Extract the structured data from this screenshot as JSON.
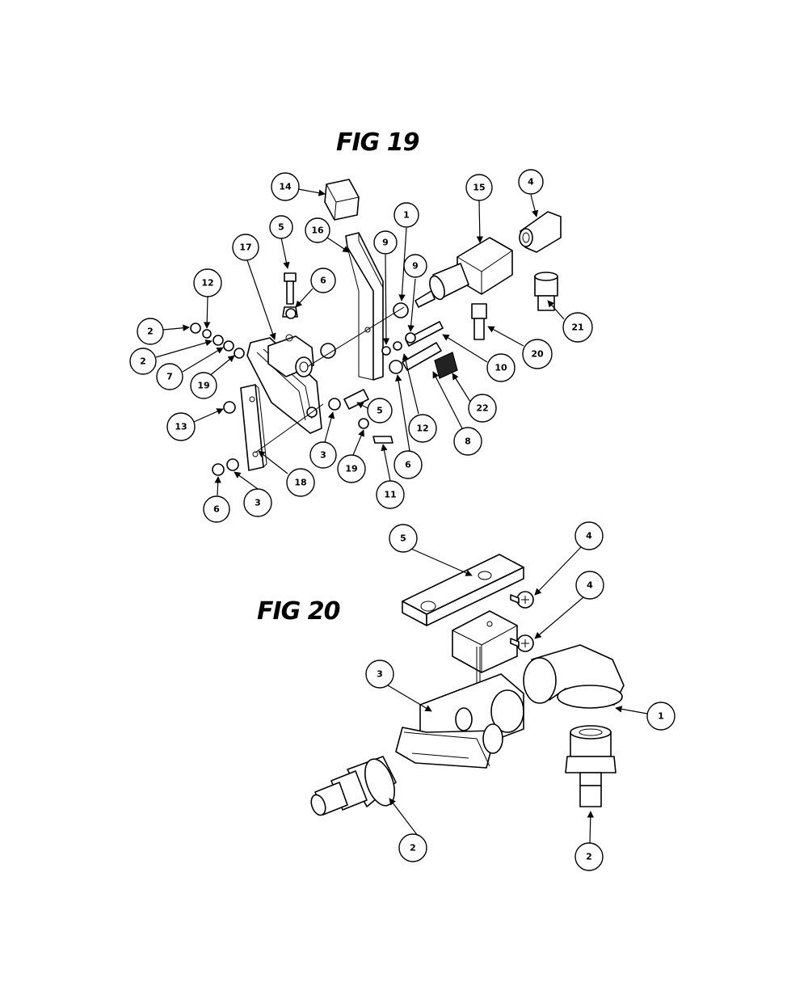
{
  "figures": [
    {
      "id": "fig19",
      "title": "FIG 19",
      "callouts": [
        "14",
        "5",
        "16",
        "17",
        "1",
        "15",
        "4",
        "9",
        "9",
        "6",
        "12",
        "2",
        "2",
        "7",
        "19",
        "21",
        "20",
        "10",
        "22",
        "5",
        "13",
        "12",
        "8",
        "3",
        "19",
        "6",
        "11",
        "18",
        "6",
        "3"
      ]
    },
    {
      "id": "fig20",
      "title": "FIG 20",
      "callouts": [
        "5",
        "4",
        "4",
        "3",
        "1",
        "2",
        "2"
      ]
    }
  ]
}
